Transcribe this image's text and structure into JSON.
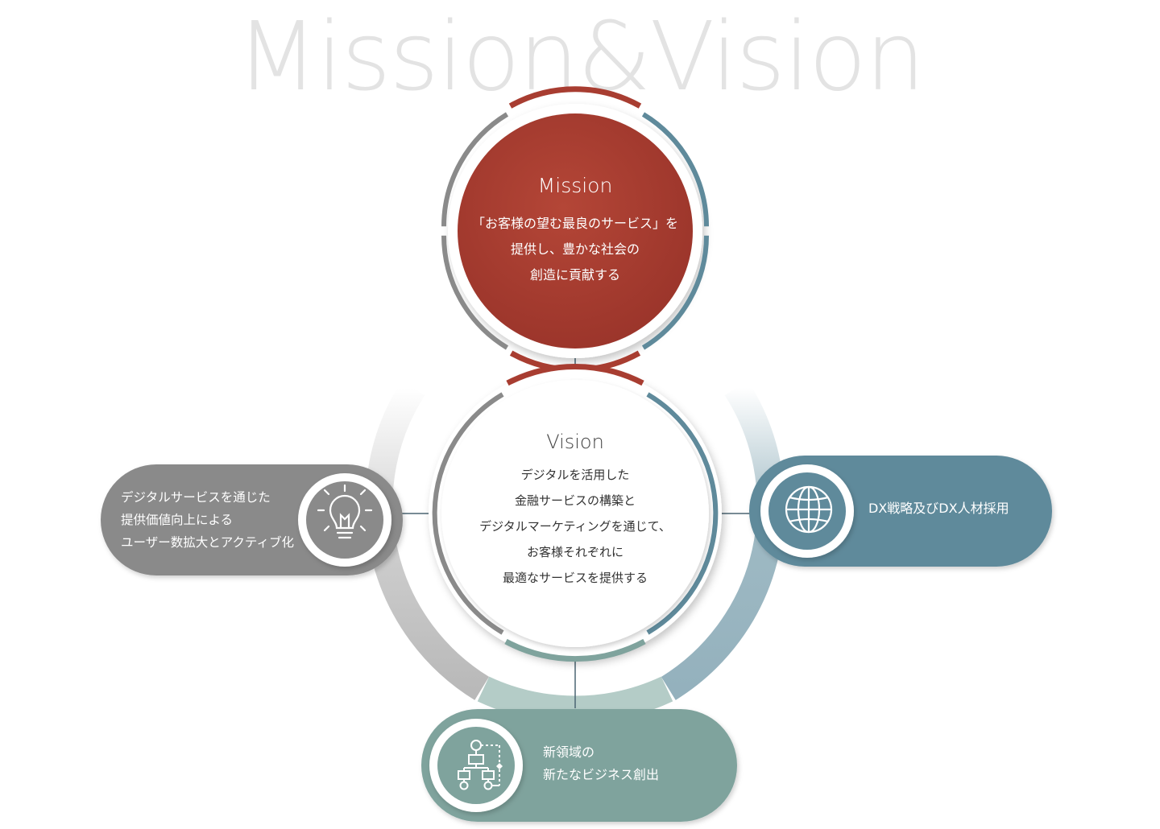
{
  "heading": "Mission&Vision",
  "mission": {
    "title": "Mission",
    "lines": [
      "「お客様の望む最良のサービス」を",
      "提供し、豊かな社会の",
      "創造に貢献する"
    ]
  },
  "vision": {
    "title": "Vision",
    "lines": [
      "デジタルを活用した",
      "金融サービスの構築と",
      "デジタルマーケティングを通じて、",
      "お客様それぞれに",
      "最適なサービスを提供する"
    ]
  },
  "strategies": {
    "user_growth": {
      "icon": "lightbulb-icon",
      "lines": [
        "デジタルサービスを通じた",
        "提供価値向上による",
        "ユーザー数拡大とアクティブ化"
      ]
    },
    "dx": {
      "icon": "globe-icon",
      "lines": [
        "DX戦略及びDX人材採用"
      ]
    },
    "new_business": {
      "icon": "flowchart-icon",
      "lines": [
        "新領域の",
        "新たなビジネス創出"
      ]
    }
  },
  "colors": {
    "mission_red": "#a83d31",
    "steel_blue": "#5f8a9b",
    "sage_green": "#7fa39d",
    "gray": "#8a8a8a",
    "heading_gray": "#e3e3e3"
  }
}
